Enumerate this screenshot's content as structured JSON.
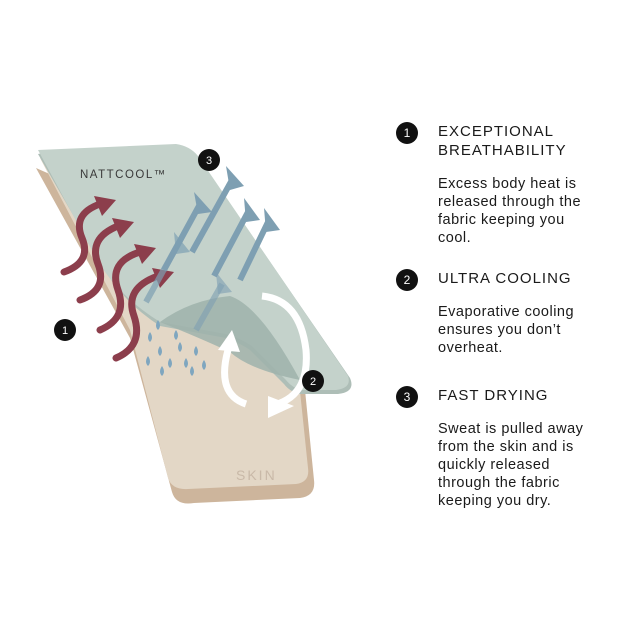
{
  "diagram": {
    "fabric_label": "NATTCOOL™",
    "skin_label": "SKIN",
    "markers": [
      "1",
      "2",
      "3"
    ]
  },
  "features": [
    {
      "number": "1",
      "title_line1": "EXCEPTIONAL",
      "title_line2": "BREATHABILITY",
      "description": "Excess body heat is released through the fabric keeping you cool."
    },
    {
      "number": "2",
      "title_line1": "ULTRA COOLING",
      "title_line2": "",
      "description": "Evaporative cooling ensures you don’t overheat."
    },
    {
      "number": "3",
      "title_line1": "FAST DRYING",
      "title_line2": "",
      "description": "Sweat is pulled away from the skin and is quickly released through the fabric keeping you dry."
    }
  ],
  "colors": {
    "skin_top": "#e3d7c6",
    "skin_edge": "#cdb59c",
    "fabric": "#c4d2cb",
    "heat_arrow": "#8c3e4c",
    "air_arrow": "#7e9fb2",
    "droplet": "#7fa6bf",
    "badge": "#111111"
  }
}
